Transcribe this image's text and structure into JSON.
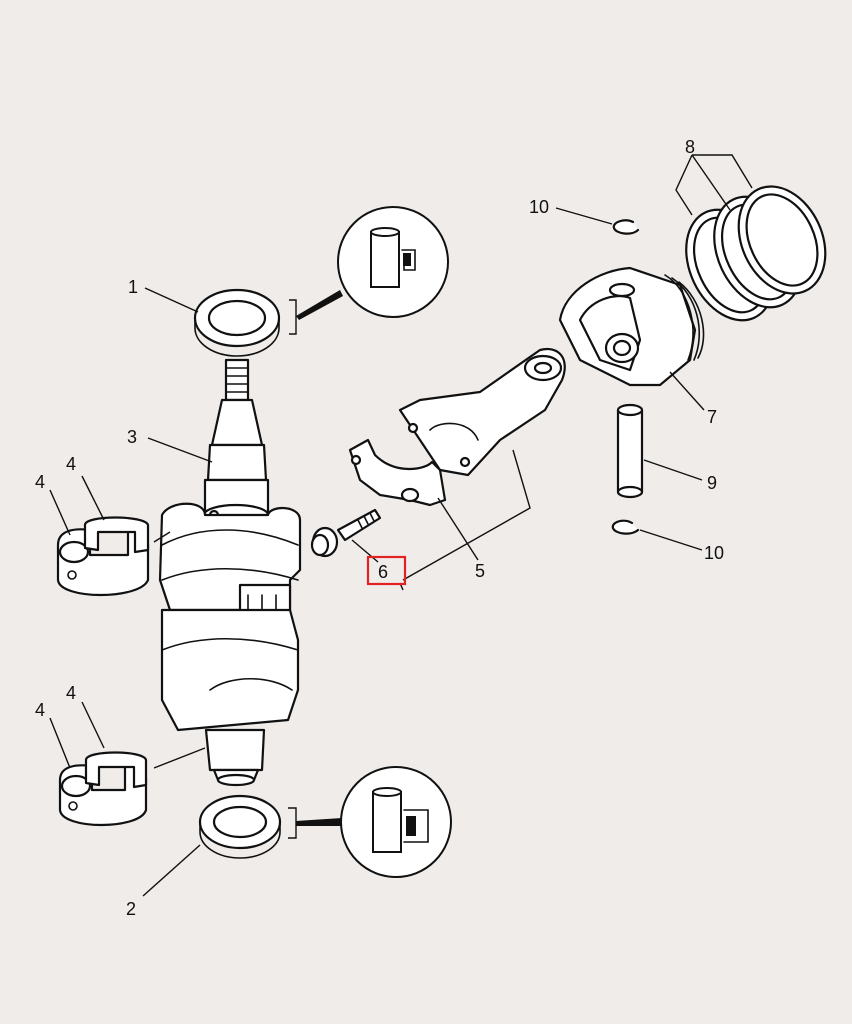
{
  "callouts": {
    "c1": "1",
    "c2": "2",
    "c3": "3",
    "c4a": "4",
    "c4b": "4",
    "c4c": "4",
    "c4d": "4",
    "c5": "5",
    "c6": "6",
    "c7": "7",
    "c8": "8",
    "c9": "9",
    "c10a": "10",
    "c10b": "10"
  },
  "highlight": {
    "part": "6",
    "color": "#e02222"
  }
}
